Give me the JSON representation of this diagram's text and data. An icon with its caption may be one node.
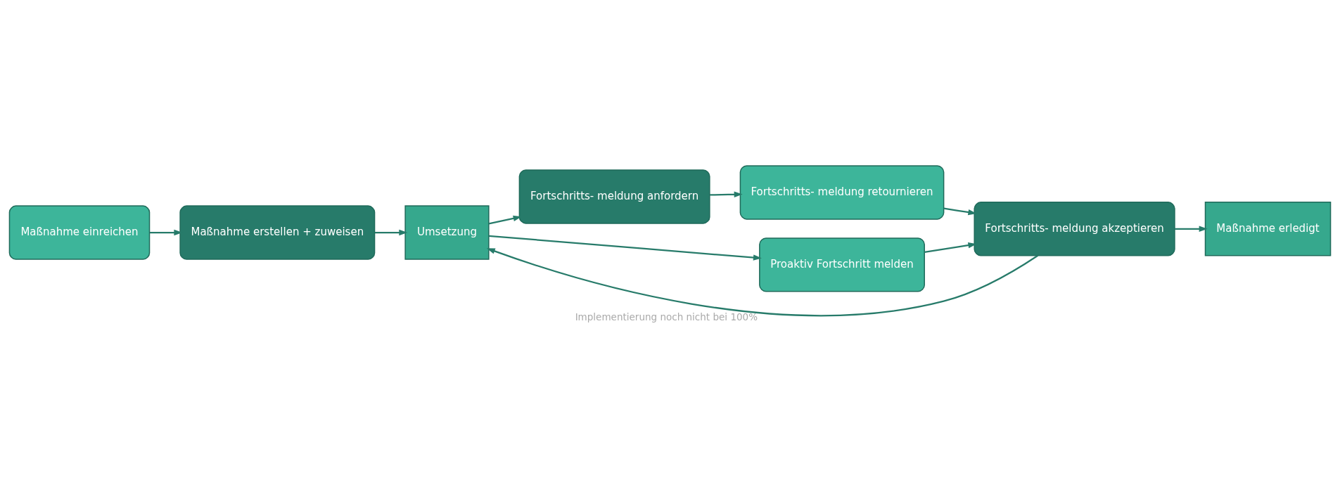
{
  "diagram": {
    "nodes": [
      {
        "text": [
          "Maßnahme erstellen + zuweisen"
        ]
      },
      {
        "text": [
          "Maßnahme einreichen"
        ]
      },
      {
        "text": [
          "Umsetzung"
        ]
      },
      {
        "text": [
          "Fortschritts- meldung anfordern"
        ]
      },
      {
        "text": [
          "Fortschritts- meldung retournieren"
        ]
      },
      {
        "text": [
          "Proaktiv Fortschritt melden"
        ]
      },
      {
        "text": [
          "Fortschritts- meldung akzeptieren"
        ]
      },
      {
        "text": [
          "Maßnahme erledigt"
        ]
      }
    ],
    "edges": [
      {
        "from": 1,
        "to": 0,
        "arrow": "to"
      },
      {
        "from": 0,
        "to": 2,
        "arrow": "to"
      },
      {
        "from": 2,
        "to": 3,
        "arrow": "to"
      },
      {
        "from": 3,
        "to": 4,
        "arrow": "to"
      },
      {
        "from": 2,
        "to": 5,
        "arrow": "to"
      },
      {
        "from": 4,
        "to": 6,
        "arrow": "to"
      },
      {
        "from": 5,
        "to": 6,
        "arrow": "to"
      },
      {
        "from": 6,
        "to": 2,
        "arrow": "to",
        "label": "Implementierung noch nicht bei 100%"
      },
      {
        "from": 6,
        "to": 7,
        "arrow": "to"
      }
    ]
  }
}
